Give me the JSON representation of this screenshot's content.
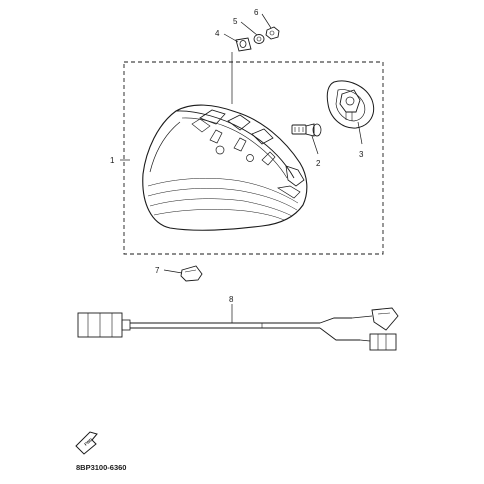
{
  "diagram": {
    "part_code": "8BP3100-6360",
    "fwd_label": "FWD",
    "callouts": [
      {
        "id": "1",
        "label": "1"
      },
      {
        "id": "2",
        "label": "2"
      },
      {
        "id": "3",
        "label": "3"
      },
      {
        "id": "4",
        "label": "4"
      },
      {
        "id": "5",
        "label": "5"
      },
      {
        "id": "6",
        "label": "6"
      },
      {
        "id": "7",
        "label": "7"
      },
      {
        "id": "8",
        "label": "8"
      }
    ]
  },
  "colors": {
    "line": "#1a1a1a",
    "background": "#ffffff"
  }
}
